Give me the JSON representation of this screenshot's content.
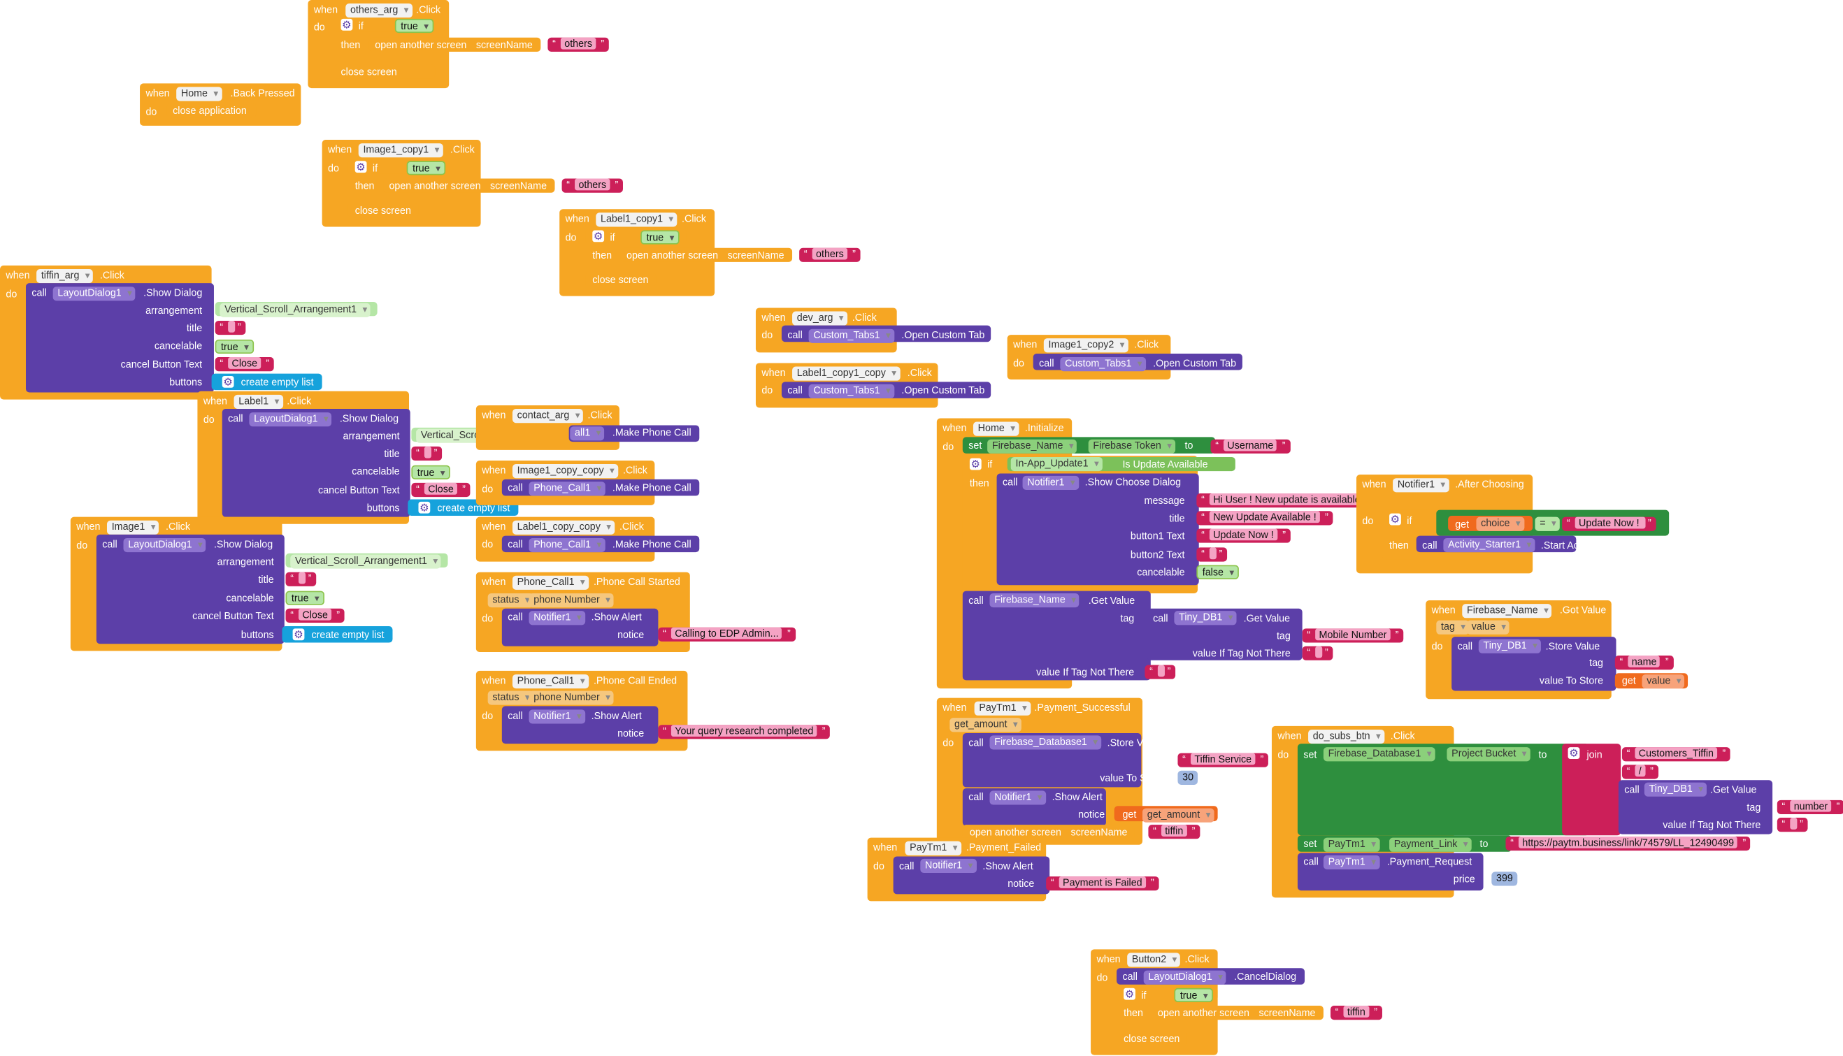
{
  "words": {
    "when": "when",
    "do": "do",
    "call": "call",
    "then": "then",
    "if": "if",
    "set": "set",
    "to": "to",
    "get": "get",
    "join": "join",
    "eq": "=",
    "tag": "tag"
  },
  "ev": {
    "others_arg": "others_arg",
    "click": ".Click",
    "home": "Home",
    "back_pressed": ".Back Pressed",
    "image1_copy1": "Image1_copy1",
    "label1_copy1": "Label1_copy1",
    "tiffin_arg": "tiffin_arg",
    "label1": "Label1",
    "image1": "Image1",
    "contact_arg": "contact_arg",
    "image1_copy_copy": "Image1_copy_copy",
    "label1_copy_copy": "Label1_copy_copy",
    "phone_call1": "Phone_Call1",
    "call_started": ".Phone Call Started",
    "call_ended": ".Phone Call Ended",
    "dev_arg": "dev_arg",
    "label1_copy1_copy": "Label1_copy1_copy",
    "image1_copy2": "Image1_copy2",
    "initialize": ".Initialize",
    "notifier1": "Notifier1",
    "after_choosing": ".After Choosing",
    "firebase_name": "Firebase_Name",
    "got_value": ".Got Value",
    "paytm1": "PayTm1",
    "payment_successful": ".Payment_Successful",
    "payment_failed": ".Payment_Failed",
    "do_subs_btn": "do_subs_btn",
    "button2": "Button2"
  },
  "stmt": {
    "close_application": "close application",
    "close_screen": "close screen",
    "open_another_screen": "open another screen",
    "screen_name": "screenName",
    "layout_dialog1": "LayoutDialog1",
    "show_dialog": ".Show Dialog",
    "arrangement": "arrangement",
    "title": "title",
    "cancelable": "cancelable",
    "cancel_button_text": "cancel Button Text",
    "buttons": "buttons",
    "create_empty_list": "create empty list",
    "phone_call1_short": "all1",
    "make_phone_call": ".Make Phone Call",
    "show_alert": ".Show Alert",
    "notice": "notice",
    "status": "status",
    "phone_number": "phone Number",
    "custom_tabs1": "Custom_Tabs1",
    "open_custom_tab": ".Open Custom Tab",
    "firebase_token": "Firebase Token",
    "in_app_update1": "In-App_Update1",
    "is_update_available": "Is Update Available",
    "show_choose_dialog": ".Show Choose Dialog",
    "message": "message",
    "button1_text": "button1 Text",
    "button2_text": "button2 Text",
    "choice": "choice",
    "activity_starter1": "Activity_Starter1",
    "start_activity": ".Start Activity",
    "get_value": ".Get Value",
    "tiny_db1": "Tiny_DB1",
    "value_if_tag_not_there": "value If Tag Not There",
    "value": "value",
    "store_value": ".Store Value",
    "value_to_store": "value To Store",
    "firebase_database1": "Firebase_Database1",
    "get_amount": "get_amount",
    "project_bucket": "Project Bucket",
    "payment_link": "Payment_Link",
    "payment_request": ".Payment_Request",
    "price": "price",
    "cancel_dialog": ".CancelDialog"
  },
  "vals": {
    "others": "others",
    "true": "true",
    "false": "false",
    "vsa1": "Vertical_Scroll_Arrangement1",
    "close": "Close",
    "empty": " ",
    "calling_edp": "Calling to EDP Admin...",
    "query_completed": "Your query research completed",
    "username": "Username",
    "update_msg": "Hi User ! New update is available for our app yo...",
    "new_update_available": "New Update Available !",
    "update_now": "Update Now !",
    "update_now_bang": "Update Now ! ",
    "mobile_number": "Mobile Number",
    "name": "name",
    "tiffin_service": "Tiffin Service",
    "thirty": "30",
    "tiffin": "tiffin",
    "payment_failed_msg": "Payment is Failed",
    "customers_tiffin": "Customers_Tiffin",
    "slash": "/",
    "number": "number",
    "paytm_url": "https://paytm.business/link/74579/LL_12490499",
    "price_399": "399"
  },
  "colors": {
    "event": "#f6a623",
    "component": "#5c3fa8",
    "text": "#cc1f59",
    "logic": "#6fbd4a",
    "list": "#16a2dc",
    "variable": "#f06a1d",
    "control": "#f6a623",
    "math": "#5b80c5"
  }
}
